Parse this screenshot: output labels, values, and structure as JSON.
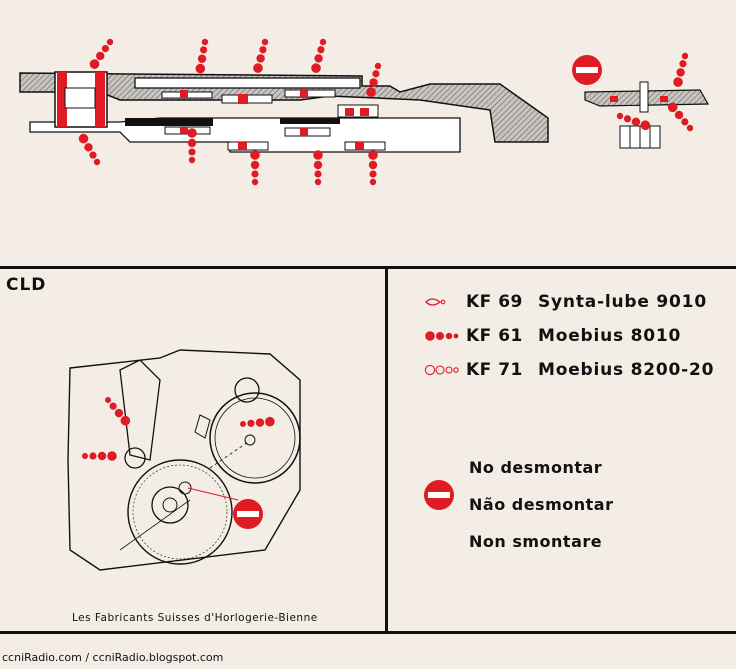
{
  "caliber": "CLD",
  "maker_caption": "Les Fabricants Suisses d'Horlogerie-Bienne",
  "legend": [
    {
      "code": "KF 69",
      "name": "Synta-lube  9010",
      "symbol": "open-drop-single-icon"
    },
    {
      "code": "KF 61",
      "name": "Moebius  8010",
      "symbol": "solid-drop-chain-icon"
    },
    {
      "code": "KF 71",
      "name": "Moebius  8200-20",
      "symbol": "open-drop-chain-icon"
    }
  ],
  "no_disassemble": {
    "icon": "no-entry-icon",
    "lines": [
      "No desmontar",
      "Não desmontar",
      "Non smontare"
    ]
  },
  "credit": "ccniRadio.com / ccniRadio.blogspot.com",
  "colors": {
    "paper": "#f3ede6",
    "ink": "#111111",
    "oil_red": "#e01b24",
    "hatch_grey": "#9a9a9a"
  }
}
